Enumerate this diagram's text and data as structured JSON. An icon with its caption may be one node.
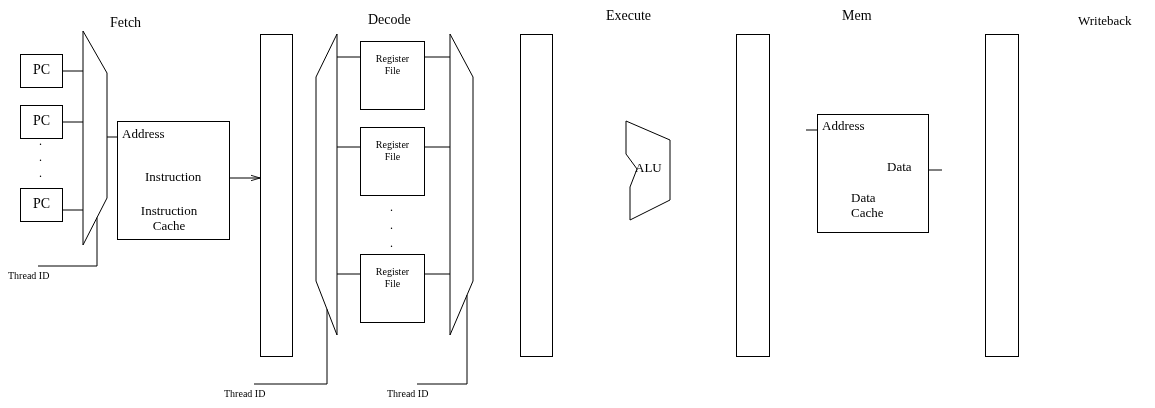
{
  "diagram": {
    "nodes": [
      {
        "text": [
          "PC"
        ]
      },
      {
        "text": [
          "PC"
        ]
      },
      {
        "text": [
          "PC"
        ]
      },
      {
        "text": [],
        "shape": "trapezoid"
      },
      {
        "text": [
          "Address",
          "Instruction",
          "Instruction Cache"
        ]
      },
      {
        "text": [],
        "shape": "bar"
      },
      {
        "text": [],
        "shape": "trapezoid"
      },
      {
        "text": [
          "Register File"
        ]
      },
      {
        "text": [
          "Register File"
        ]
      },
      {
        "text": [
          "Register File"
        ]
      },
      {
        "text": [],
        "shape": "trapezoid"
      },
      {
        "text": [],
        "shape": "bar"
      },
      {
        "text": [
          "ALU"
        ]
      },
      {
        "text": [],
        "shape": "bar"
      },
      {
        "text": [
          "Address",
          "Data",
          "Data Cache"
        ]
      },
      {
        "text": [],
        "shape": "bar"
      },
      {
        "text": [
          "Thread ID"
        ]
      },
      {
        "text": [
          "Thread ID"
        ]
      },
      {
        "text": [
          "Thread ID"
        ]
      }
    ],
    "edges": [
      {
        "from": 0,
        "to": 3,
        "arrow": "none"
      },
      {
        "from": 1,
        "to": 3,
        "arrow": "none"
      },
      {
        "from": 2,
        "to": 3,
        "arrow": "none"
      },
      {
        "from": 3,
        "to": 4,
        "arrow": "none"
      },
      {
        "from": 4,
        "to": 5,
        "arrow": "to"
      },
      {
        "from": 16,
        "to": 3,
        "arrow": "none"
      },
      {
        "from": 6,
        "to": 7,
        "arrow": "none"
      },
      {
        "from": 6,
        "to": 8,
        "arrow": "none"
      },
      {
        "from": 6,
        "to": 9,
        "arrow": "none"
      },
      {
        "from": 7,
        "to": 10,
        "arrow": "none"
      },
      {
        "from": 8,
        "to": 10,
        "arrow": "none"
      },
      {
        "from": 9,
        "to": 10,
        "arrow": "none"
      },
      {
        "from": 17,
        "to": 6,
        "arrow": "none"
      },
      {
        "from": 18,
        "to": 10,
        "arrow": "none"
      },
      {
        "from": null,
        "to": 14,
        "arrow": "none"
      },
      {
        "from": 14,
        "to": null,
        "arrow": "none"
      }
    ],
    "labels": [
      "Fetch",
      "Decode",
      "Execute",
      "Mem",
      "Writeback",
      ".",
      ".",
      ".",
      ".",
      ".",
      "."
    ]
  }
}
